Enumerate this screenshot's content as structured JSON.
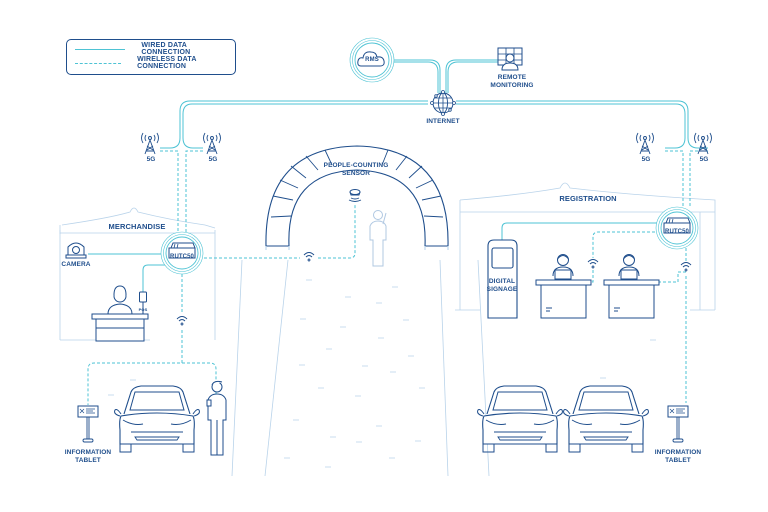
{
  "colors": {
    "wired": "#4ec3d4",
    "wireless": "#4ec3d4",
    "icon": "#1f4e8c",
    "scenery": "#b9d3ea",
    "background": "#ffffff"
  },
  "legend": {
    "wired_label": "WIRED DATA CONNECTION",
    "wireless_label": "WIRELESS DATA CONNECTION"
  },
  "cloud": {
    "rms_label": "RMS",
    "remote_monitoring_label": "REMOTE\nMONITORING",
    "internet_label": "INTERNET"
  },
  "towers": [
    {
      "label": "5G"
    },
    {
      "label": "5G"
    },
    {
      "label": "5G"
    },
    {
      "label": "5G"
    }
  ],
  "zones": {
    "merchandise": {
      "title": "MERCHANDISE",
      "router_label": "RUTC50",
      "camera_label": "CAMERA",
      "pos_label": "POS"
    },
    "arch": {
      "sensor_label": "PEOPLE-COUNTING\nSENSOR"
    },
    "registration": {
      "title": "REGISTRATION",
      "router_label": "RUTC50",
      "signage_label": "DIGITAL\nSIGNAGE"
    }
  },
  "info_tablets": [
    {
      "label": "INFORMATION\nTABLET"
    },
    {
      "label": "INFORMATION\nTABLET"
    }
  ]
}
